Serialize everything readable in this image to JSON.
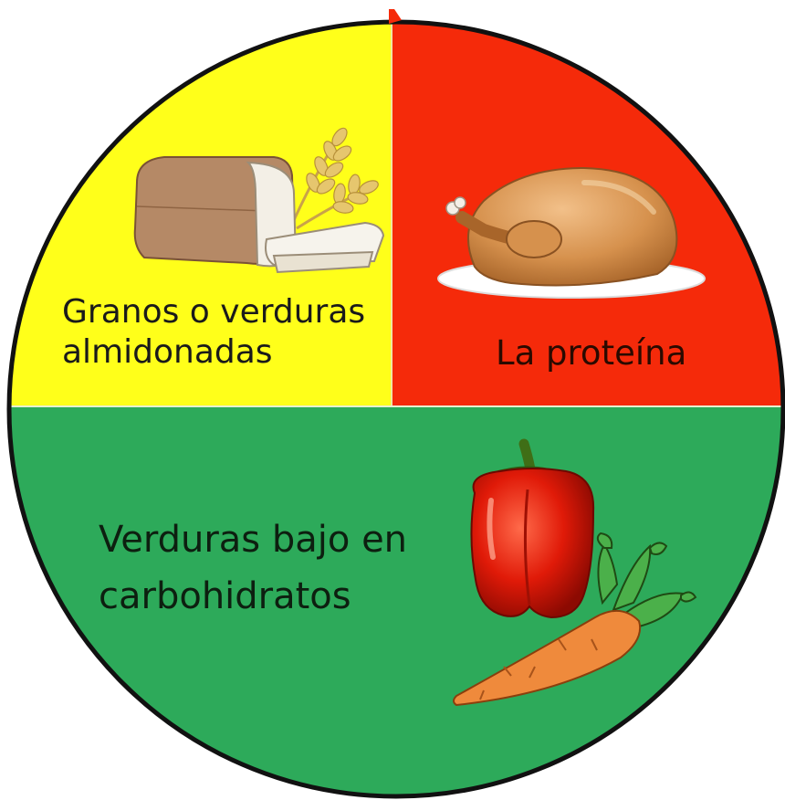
{
  "plate": {
    "sections": [
      {
        "id": "grains",
        "lines": [
          "Granos o verduras",
          "almidonadas"
        ],
        "color": "#FFFF1A",
        "text_color": "#1a1a1a"
      },
      {
        "id": "protein",
        "lines": [
          "La proteína"
        ],
        "color": "#F52A0A",
        "text_color": "#2a0a00"
      },
      {
        "id": "vegetables",
        "lines": [
          "Verduras bajo en",
          "carbohidratos"
        ],
        "color": "#2DAA5A",
        "text_color": "#0d1f10"
      }
    ],
    "outline_color": "#111111",
    "icons": [
      "bread-loaf-icon",
      "wheat-icon",
      "roast-turkey-icon",
      "red-pepper-icon",
      "carrot-icon"
    ]
  }
}
